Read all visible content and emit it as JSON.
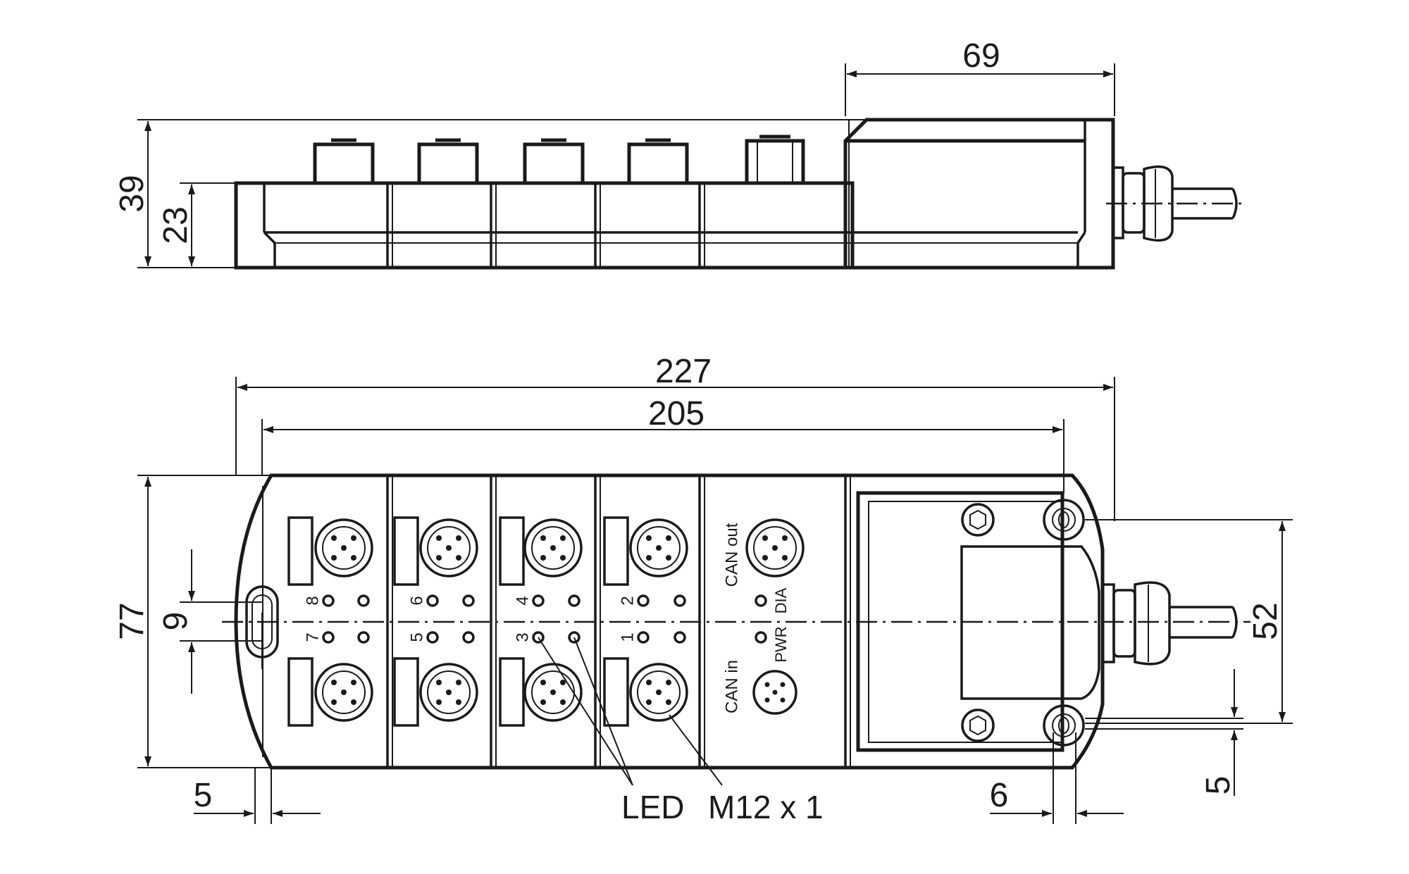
{
  "dimensions": {
    "side_top_width": "69",
    "side_height_total": "39",
    "side_height_body": "23",
    "length_overall": "227",
    "length_body": "205",
    "width_overall": "77",
    "slot_height": "9",
    "hole_spacing": "52",
    "edge_left": "5",
    "edge_right": "6",
    "edge_bottom": "5"
  },
  "port_labels": [
    "8",
    "7",
    "6",
    "5",
    "4",
    "3",
    "2",
    "1"
  ],
  "module_labels": {
    "can_out": "CAN out",
    "can_in": "CAN in",
    "dia": "DIA",
    "pwr": "PWR"
  },
  "callouts": {
    "led": "LED",
    "connector": "M12 x 1"
  }
}
